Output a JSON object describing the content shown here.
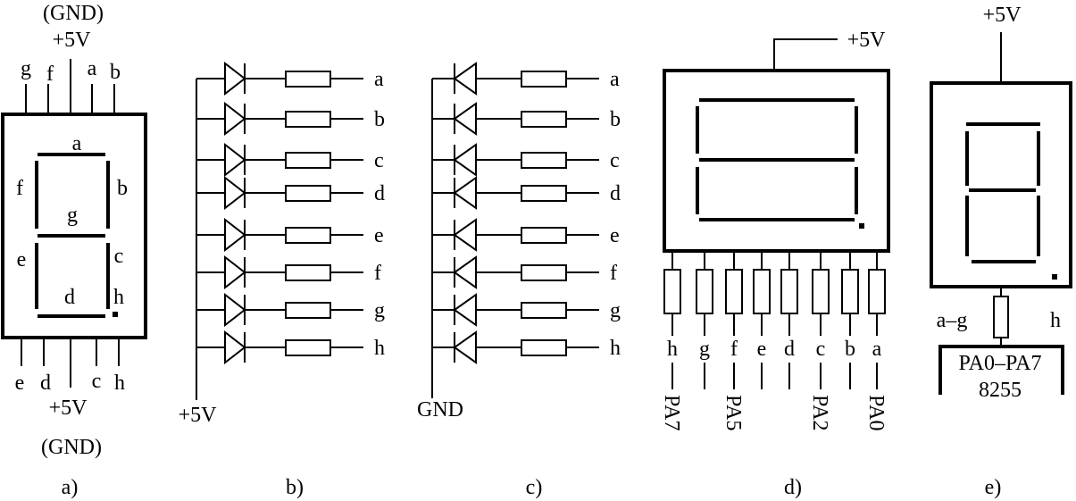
{
  "diagram": {
    "stroke_color": "#000000",
    "background": "#ffffff",
    "panel_a": {
      "caption": "a)",
      "top_supply": "+5V",
      "top_supply_alt": "(GND)",
      "bottom_supply": "+5V",
      "bottom_supply_alt": "(GND)",
      "top_pins": [
        "g",
        "f",
        "a",
        "b"
      ],
      "bottom_pins": [
        "e",
        "d",
        "c",
        "h"
      ],
      "segment_labels": {
        "a": "a",
        "b": "b",
        "c": "c",
        "d": "d",
        "e": "e",
        "f": "f",
        "g": "g",
        "h": "h"
      }
    },
    "panel_b": {
      "caption": "b)",
      "type": "common-anode",
      "bus_label": "+5V",
      "outputs": [
        "a",
        "b",
        "c",
        "d",
        "e",
        "f",
        "g",
        "h"
      ]
    },
    "panel_c": {
      "caption": "c)",
      "type": "common-cathode",
      "bus_label": "GND",
      "outputs": [
        "a",
        "b",
        "c",
        "d",
        "e",
        "f",
        "g",
        "h"
      ]
    },
    "panel_d": {
      "caption": "d)",
      "supply": "+5V",
      "pins": [
        "h",
        "g",
        "f",
        "e",
        "d",
        "c",
        "b",
        "a"
      ],
      "port_labels": [
        "PA7",
        "",
        "PA5",
        "",
        "",
        "PA2",
        "",
        "PA0"
      ]
    },
    "panel_e": {
      "caption": "e)",
      "supply": "+5V",
      "left_label": "a–g",
      "right_label": "h",
      "port_label": "PA0–PA7",
      "chip_label": "8255"
    }
  }
}
